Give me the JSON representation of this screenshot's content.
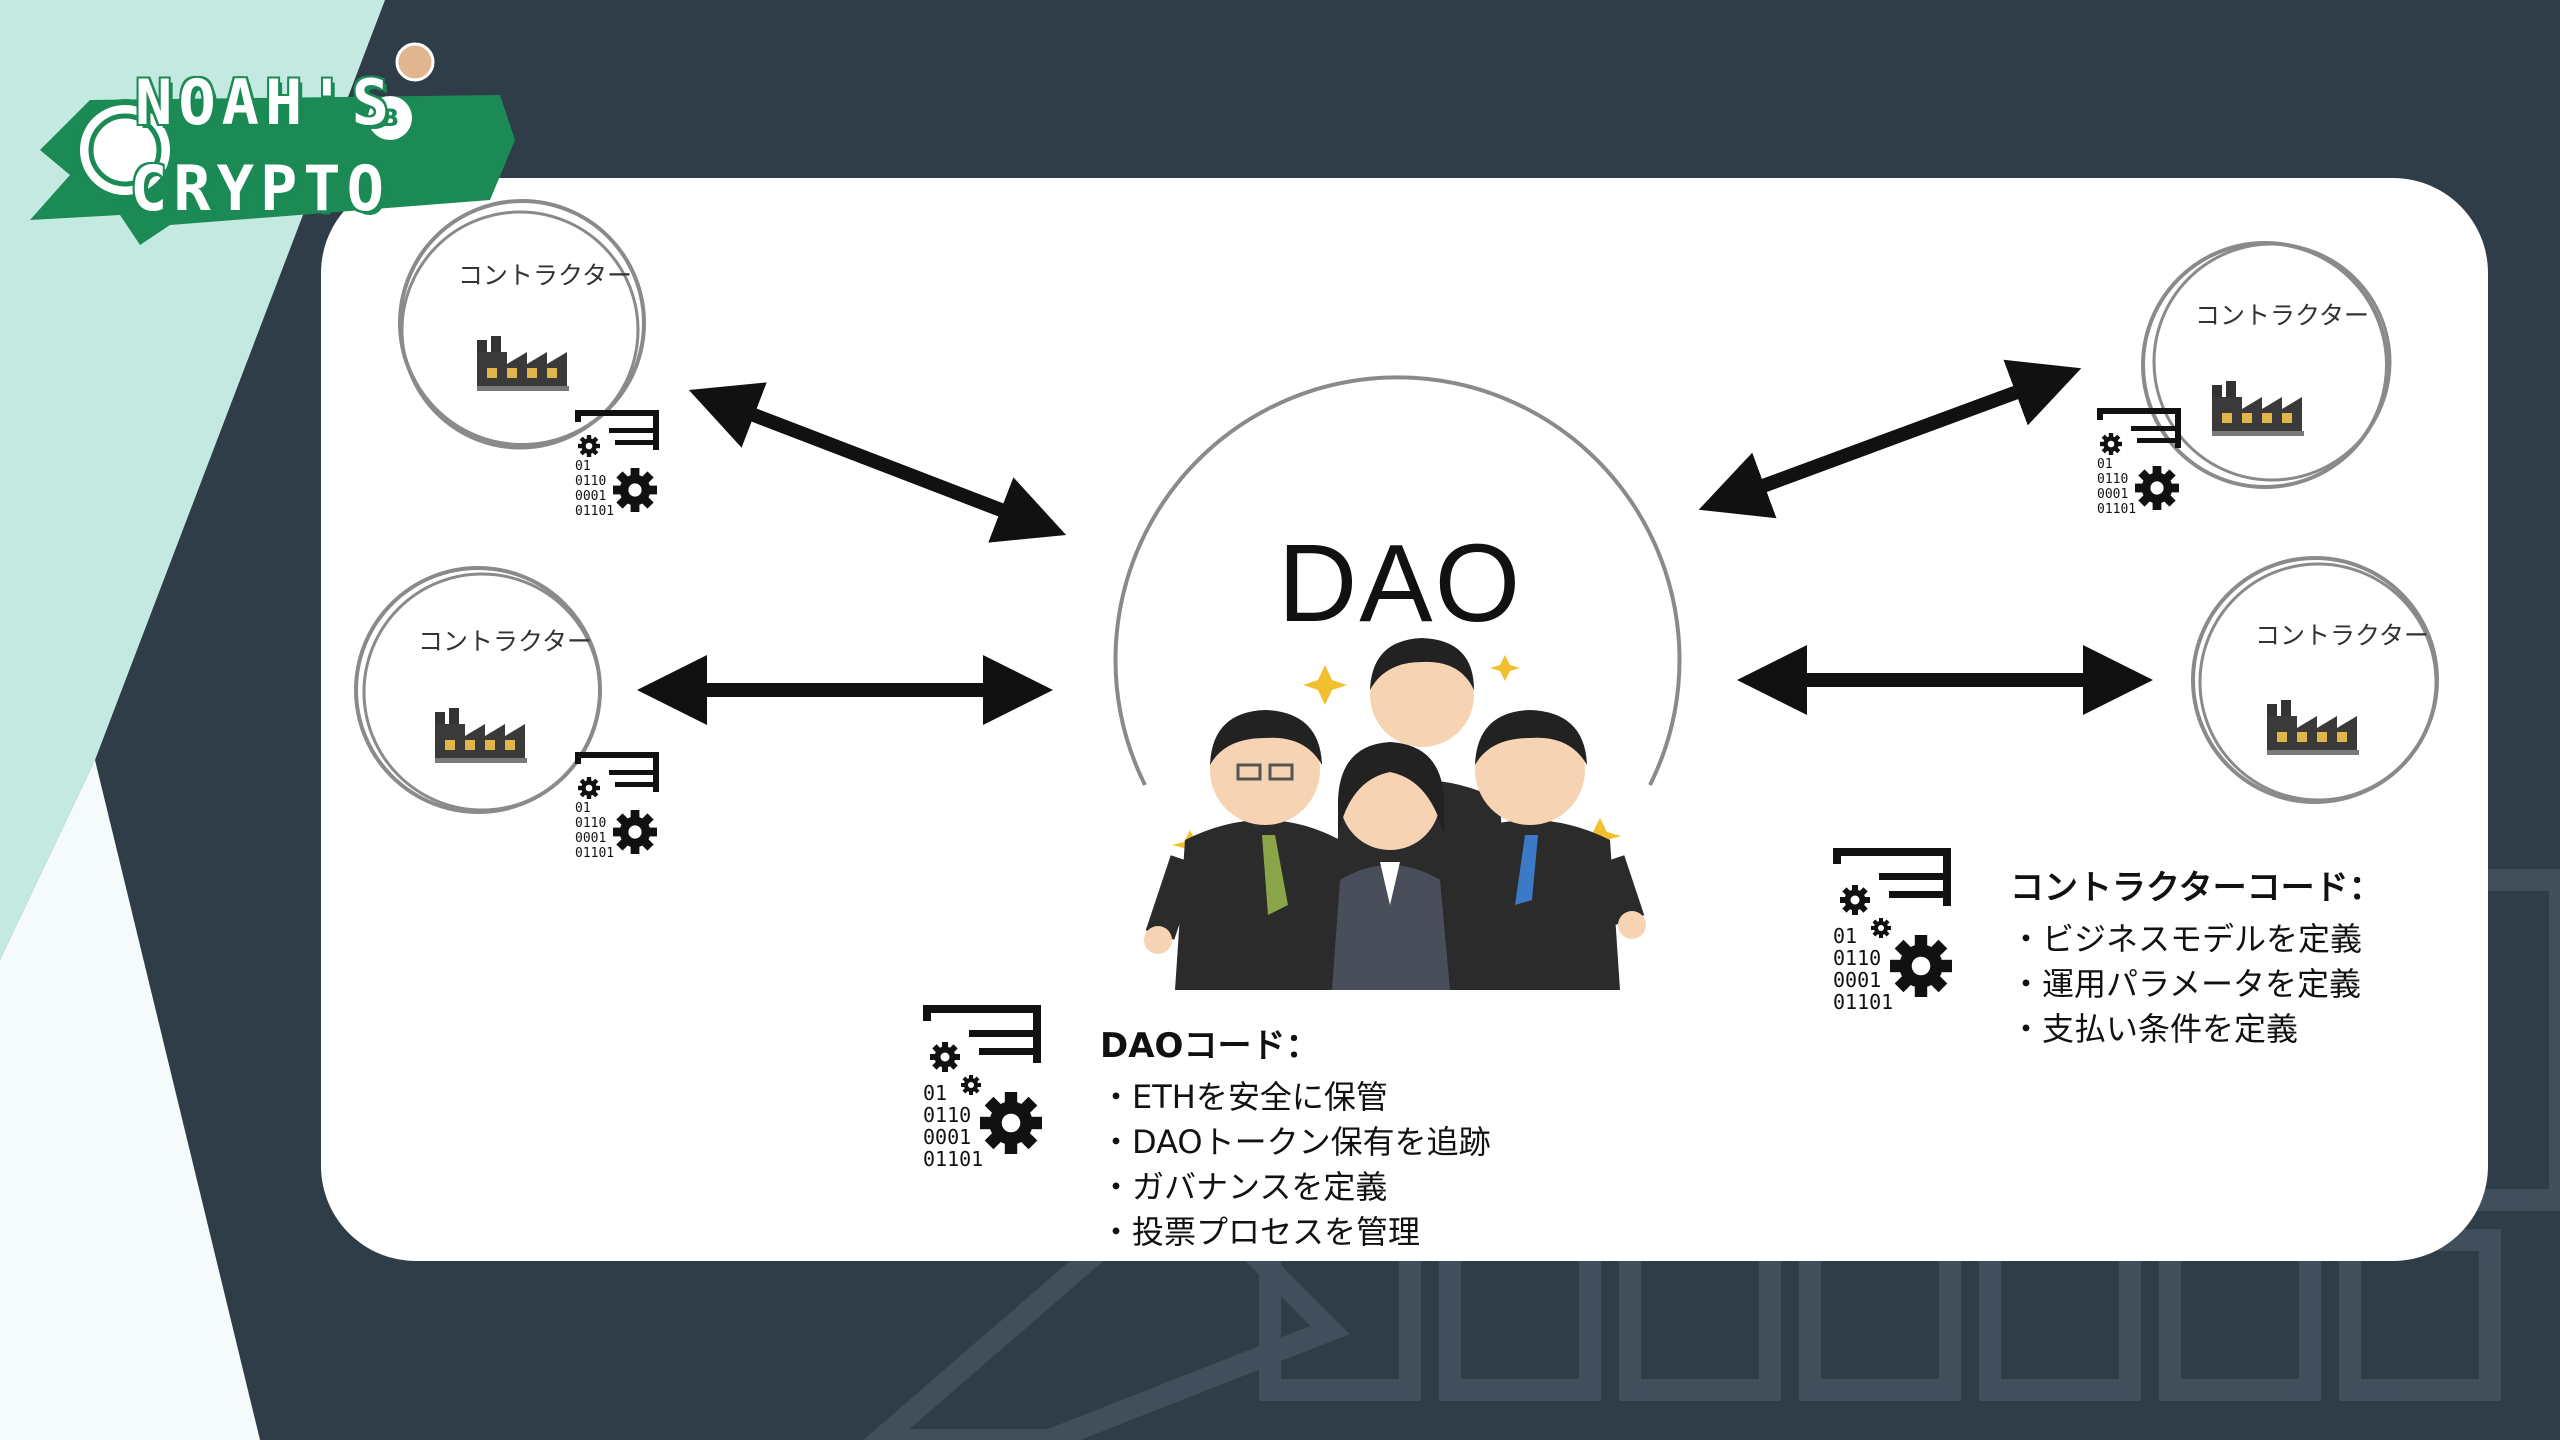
{
  "logo": {
    "line1": "NOAH'S",
    "line2": "CRYPTO",
    "watermark": "CRYPTO"
  },
  "colors": {
    "background": "#2f3d49",
    "mint_panel": "#c4e9e1",
    "white_panel": "#f4fbfa",
    "logo_green": "#1b8a55",
    "card": "#ffffff"
  },
  "diagram": {
    "center_title": "DAO",
    "contractor_label": "コントラクター",
    "contractors": [
      {
        "label": "コントラクター"
      },
      {
        "label": "コントラクター"
      },
      {
        "label": "コントラクター"
      },
      {
        "label": "コントラクター"
      }
    ],
    "code_digits": [
      "01",
      "0110",
      "0001",
      "01101"
    ]
  },
  "dao_code": {
    "heading": "DAOコード：",
    "items": [
      "・ETHを安全に保管",
      "・DAOトークン保有を追跡",
      "・ガバナンスを定義",
      "・投票プロセスを管理"
    ]
  },
  "contractor_code": {
    "heading": "コントラクターコード：",
    "items": [
      "・ビジネスモデルを定義",
      "・運用パラメータを定義",
      "・支払い条件を定義"
    ]
  }
}
